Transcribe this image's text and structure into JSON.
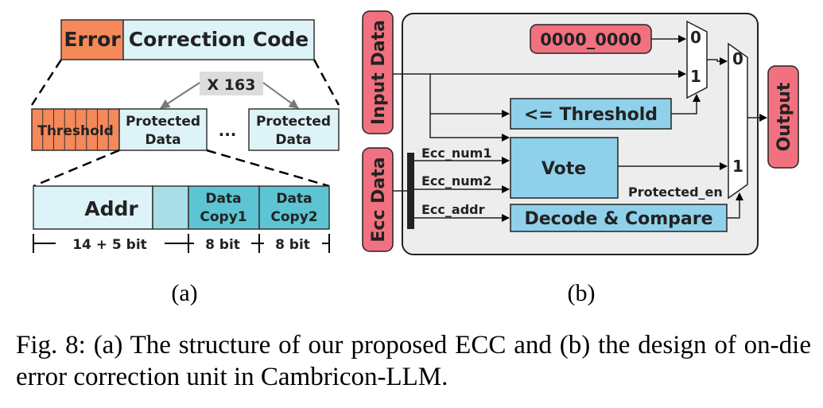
{
  "panel_a": {
    "title_left": "Error",
    "title_right": "Correction Code",
    "repeat_label": "X 163",
    "threshold_label": "Threshold",
    "protected_data_1": [
      "Protected",
      "Data"
    ],
    "ellipsis": "···",
    "protected_data_2": [
      "Protected",
      "Data"
    ],
    "addr_label": "Addr",
    "copy1_label": [
      "Data",
      "Copy1"
    ],
    "copy2_label": [
      "Data",
      "Copy2"
    ],
    "width_addr": "14 + 5 bit",
    "width_copy1": "8 bit",
    "width_copy2": "8 bit",
    "sublabel": "(a)"
  },
  "panel_b": {
    "input_data_label": "Input Data",
    "ecc_data_label": "Ecc Data",
    "zero_const": "0000_0000",
    "mux1_in0": "0",
    "mux1_in1": "1",
    "mux2_in0": "0",
    "mux2_in1": "1",
    "threshold_block": "<= Threshold",
    "vote_block": "Vote",
    "decode_block": "Decode & Compare",
    "ecc_num1": "Ecc_num1",
    "ecc_num2": "Ecc_num2",
    "ecc_addr": "Ecc_addr",
    "protected_en": "Protected_en",
    "output_label": "Output",
    "sublabel": "(b)"
  },
  "caption": "Fig. 8: (a) The structure of our proposed ECC and (b) the design of on-die error correction unit in Cambricon-LLM.",
  "colors": {
    "orange": "#F5895A",
    "light_cyan": "#DDF3F7",
    "mid_cyan": "#A8DEE6",
    "teal": "#5CC4D2",
    "blue_block": "#8FD1EA",
    "pink": "#F27180",
    "panel_bg": "#EDEDED",
    "grey_label": "#DCDCDC"
  }
}
